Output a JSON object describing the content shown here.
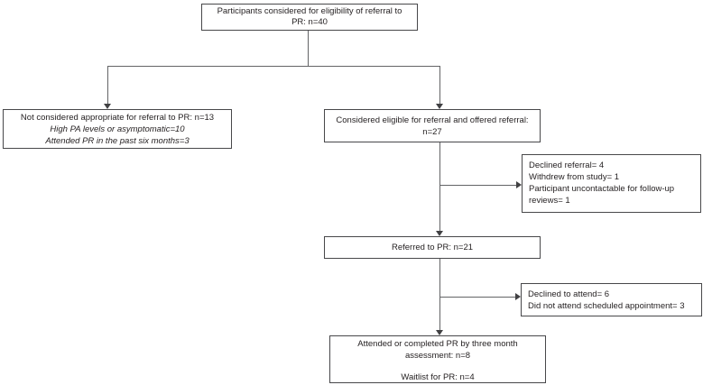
{
  "figure": {
    "type": "participant-flow-diagram",
    "colors": {
      "background": "#ffffff",
      "box_border": "#48484a",
      "connector": "#636466",
      "arrowhead": "#414143",
      "text": "#231f20"
    }
  },
  "boxes": {
    "eligibility": {
      "lines": [
        "Participants considered for eligibility of referral to",
        "PR: n=40"
      ]
    },
    "not_appropriate": {
      "heading": "Not considered appropriate for referral to PR: n=13",
      "reasons": [
        "High PA levels or asymptomatic=10",
        "Attended PR in the past six months=3"
      ]
    },
    "eligible_offered": {
      "lines": [
        "Considered eligible for referral and offered referral:",
        "n=27"
      ]
    },
    "declined_referral": {
      "lines": [
        "Declined referral= 4",
        "Withdrew from study= 1",
        "Participant uncontactable for follow-up reviews= 1"
      ]
    },
    "referred": {
      "label": "Referred to PR: n=21"
    },
    "declined_attend": {
      "lines": [
        "Declined to attend= 6",
        "Did not attend scheduled appointment= 3"
      ]
    },
    "completed": {
      "lines": [
        "Attended or completed PR by three month",
        "assessment: n=8"
      ],
      "waitlist": "Waitlist for PR: n=4"
    }
  }
}
